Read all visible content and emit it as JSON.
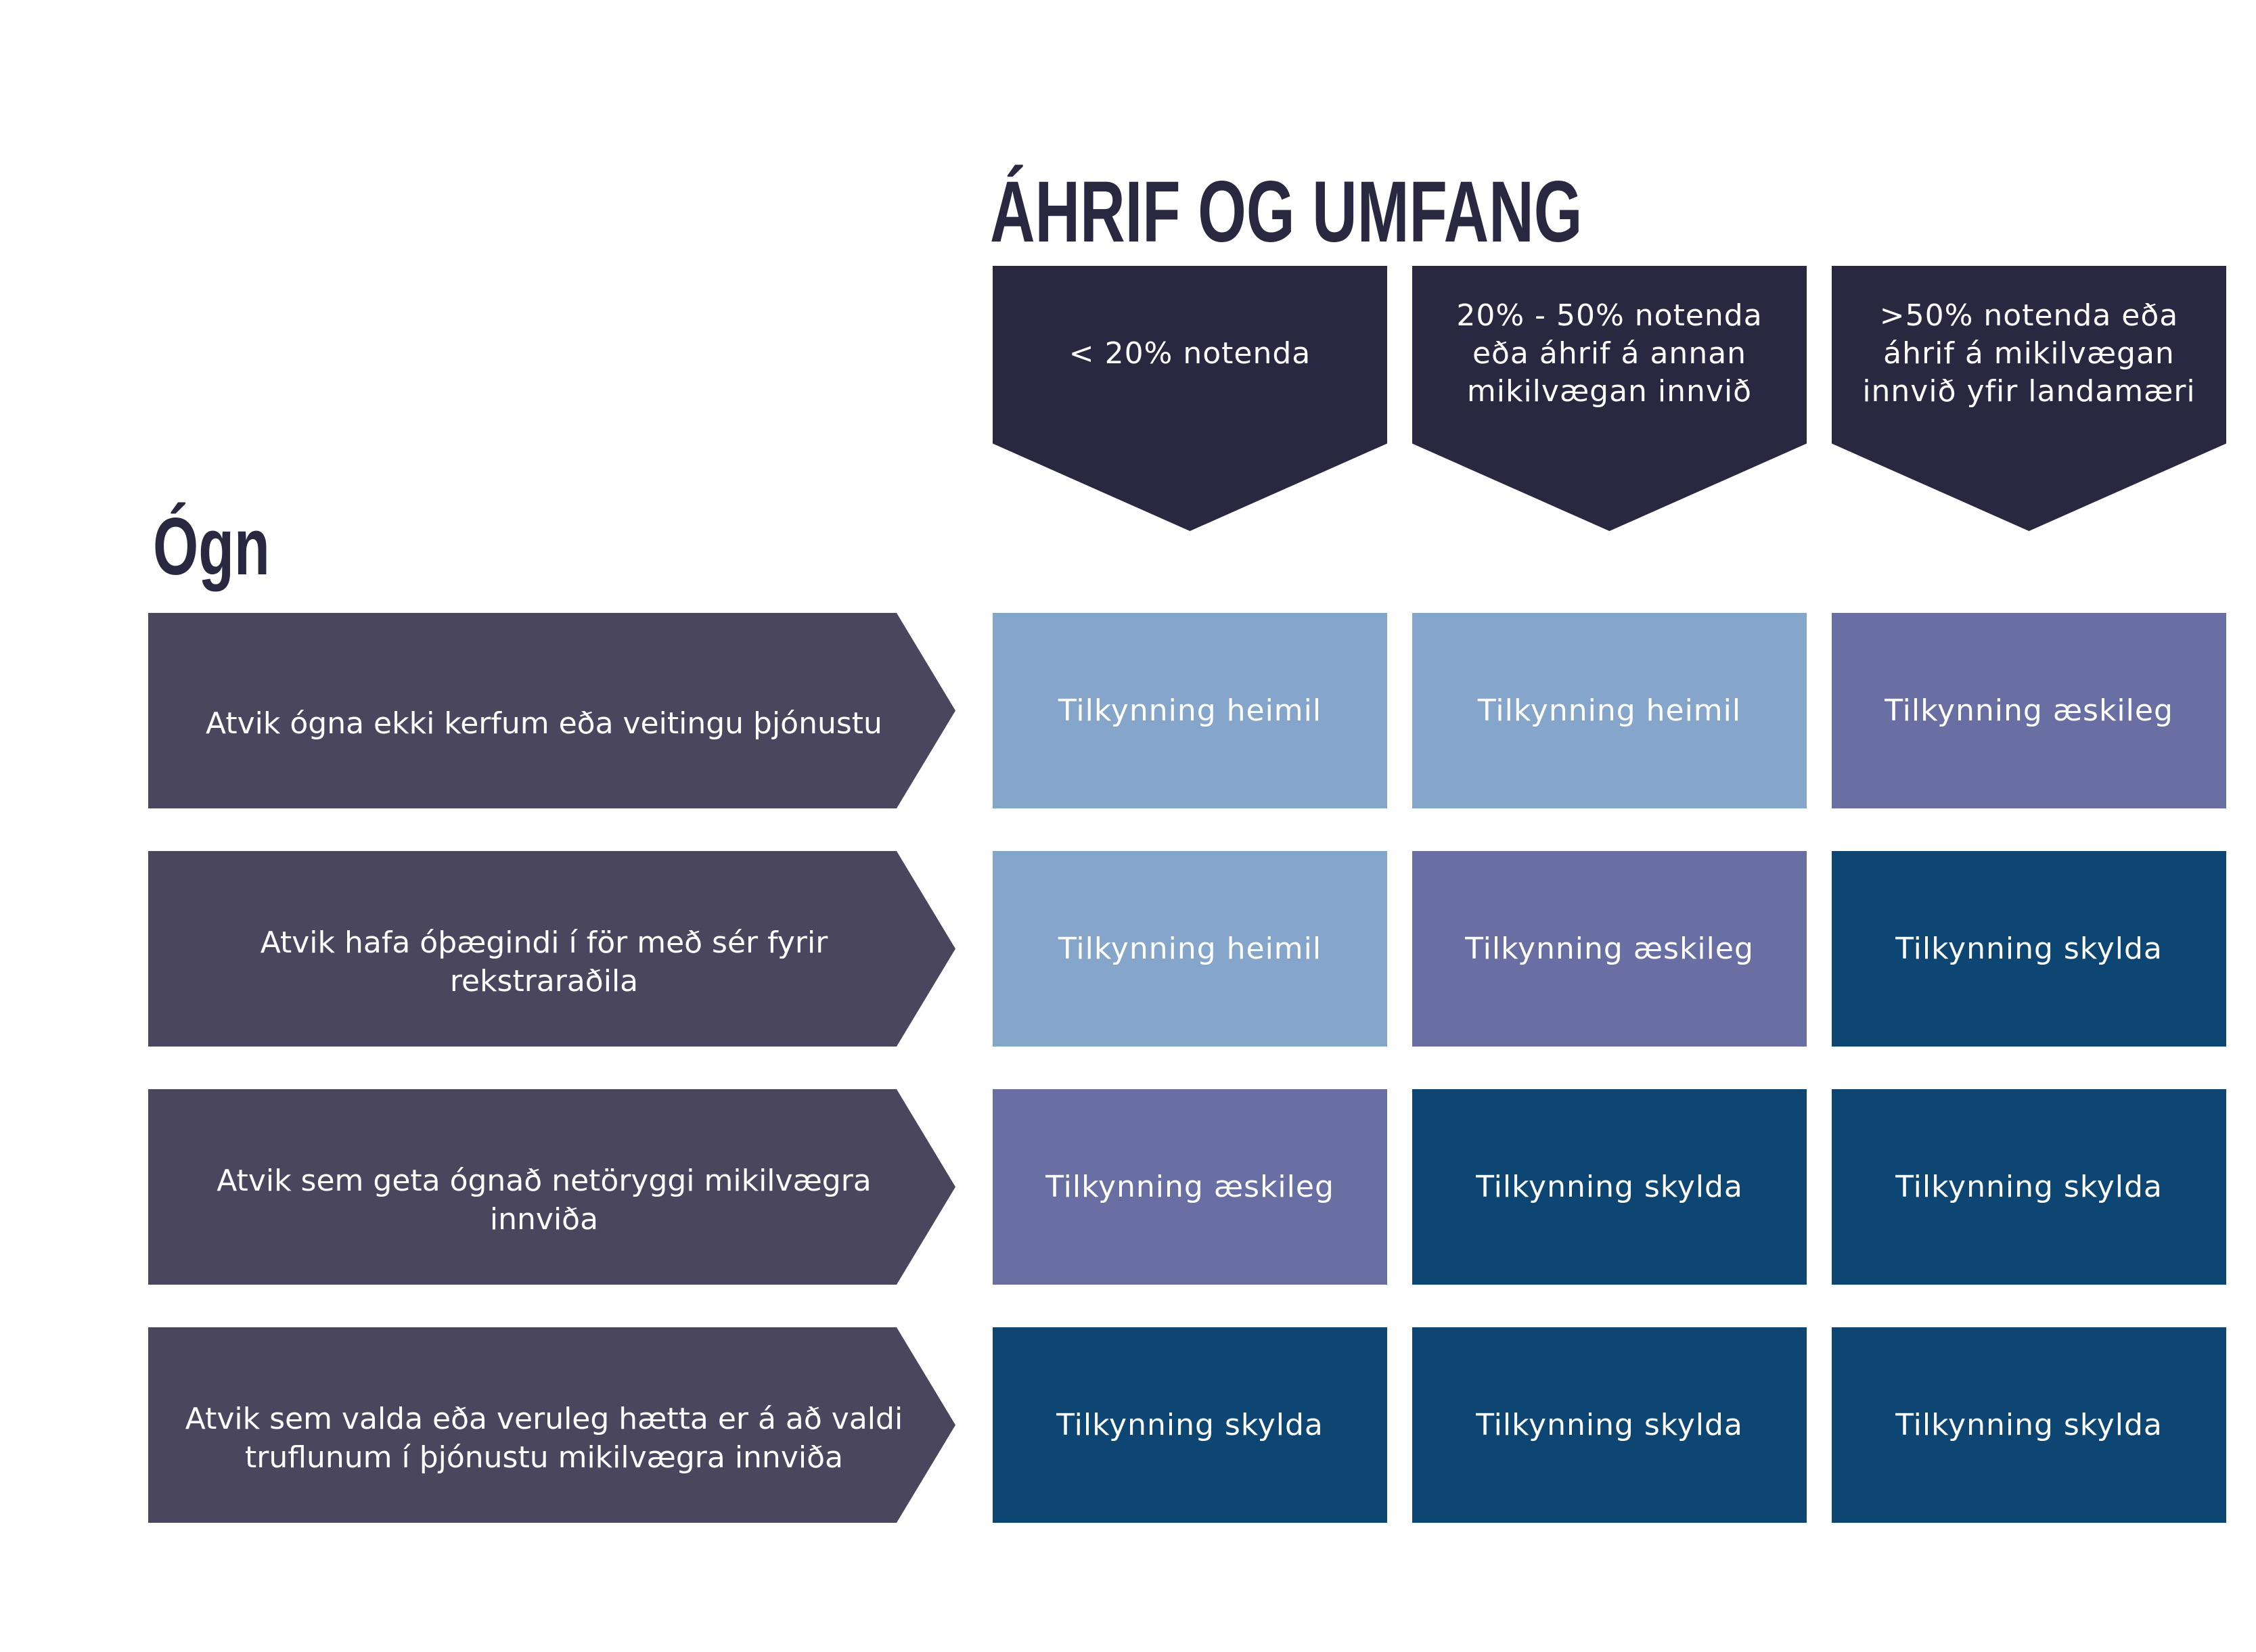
{
  "title": "ÁHRIF OG UMFANG",
  "side_title": "Ógn",
  "columns": [
    "< 20% notenda",
    "20% - 50% notenda eða áhrif á annan mikilvægan innvið",
    ">50% notenda eða áhrif á mikilvægan innvið yfir landamæri"
  ],
  "rows": [
    {
      "label": "Atvik ógna ekki kerfum eða veitingu þjónustu",
      "cells": [
        "Tilkynning heimil",
        "Tilkynning heimil",
        "Tilkynning æskileg"
      ]
    },
    {
      "label": "Atvik hafa óþægindi í för með sér fyrir rekstraraðila",
      "cells": [
        "Tilkynning heimil",
        "Tilkynning æskileg",
        "Tilkynning skylda"
      ]
    },
    {
      "label": "Atvik sem geta ógnað netöryggi mikilvægra innviða",
      "cells": [
        "Tilkynning æskileg",
        "Tilkynning skylda",
        "Tilkynning skylda"
      ]
    },
    {
      "label": "Atvik sem valda eða veruleg hætta er á að valdi truflunum í þjónustu mikilvægra innviða",
      "cells": [
        "Tilkynning skylda",
        "Tilkynning skylda",
        "Tilkynning skylda"
      ]
    }
  ],
  "colors": {
    "heimil": "#85a6ca",
    "aeskileg": "#6a6fa3",
    "skylda": "#0e4673",
    "header": "#2a2741",
    "row_label": "#4a465e"
  },
  "cell_level_colors": [
    [
      "heimil",
      "heimil",
      "aeskileg"
    ],
    [
      "heimil",
      "aeskileg",
      "skylda"
    ],
    [
      "aeskileg",
      "skylda",
      "skylda"
    ],
    [
      "skylda",
      "skylda",
      "skylda"
    ]
  ]
}
